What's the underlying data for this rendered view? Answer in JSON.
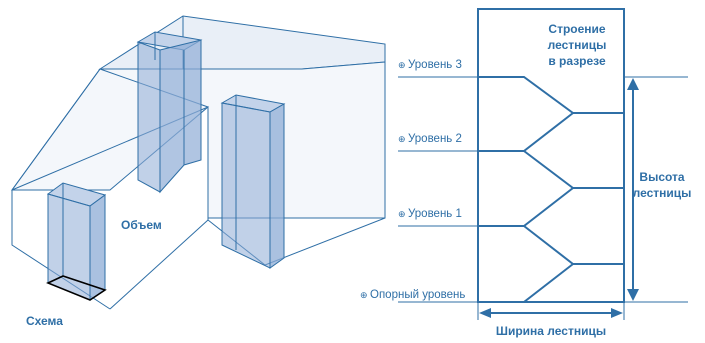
{
  "labels": {
    "scheme": "Схема",
    "volume": "Объем",
    "section_title_1": "Строение",
    "section_title_2": "лестницы",
    "section_title_3": "в разрезе",
    "height_1": "Высота",
    "height_2": "лестницы",
    "width": "Ширина лестницы"
  },
  "levels": [
    "Уровень 3",
    "Уровень 2",
    "Уровень 1",
    "Опорный уровень"
  ],
  "level_marker": "⊕",
  "colors": {
    "line": "#2f6fa6",
    "fill": "#8eacd6",
    "fill_light": "#e9eff7",
    "text": "#2f6fa6"
  }
}
